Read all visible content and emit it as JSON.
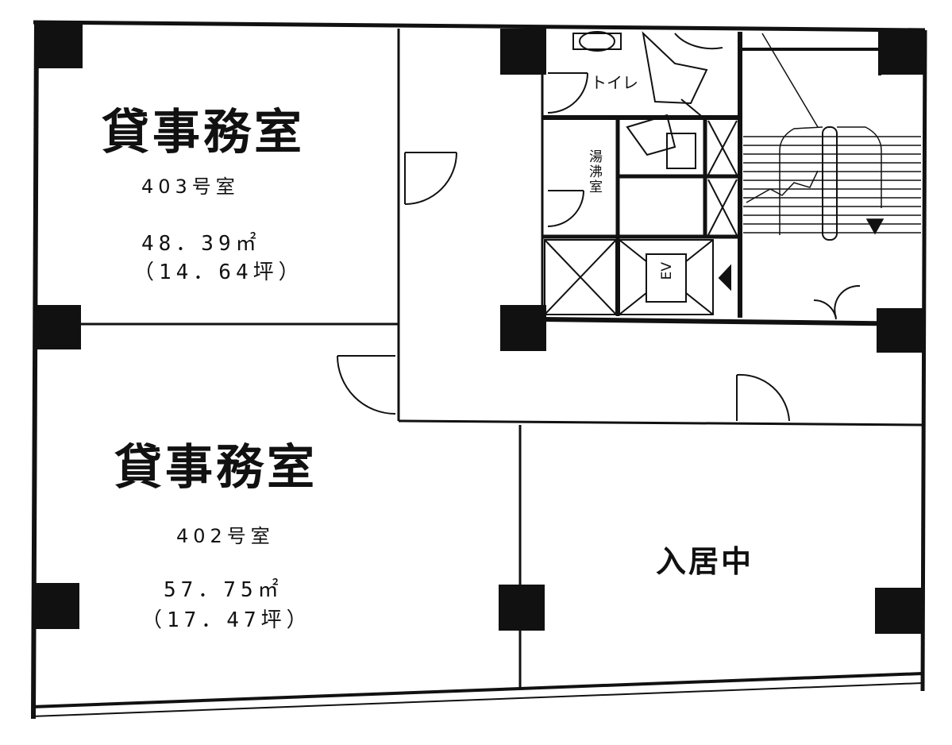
{
  "rooms": {
    "room403": {
      "title": "貸事務室",
      "number": "403号室",
      "area_m2": "48．39㎡",
      "area_tsubo": "（14．64坪）"
    },
    "room402": {
      "title": "貸事務室",
      "number": "402号室",
      "area_m2": "57．75㎡",
      "area_tsubo": "（17．47坪）"
    },
    "occupied": {
      "label": "入居中"
    }
  },
  "facilities": {
    "toilet": "トイレ",
    "kitchenette": "湯沸室",
    "elevator": "EV"
  },
  "colors": {
    "wall": "#111111",
    "background": "#ffffff"
  }
}
